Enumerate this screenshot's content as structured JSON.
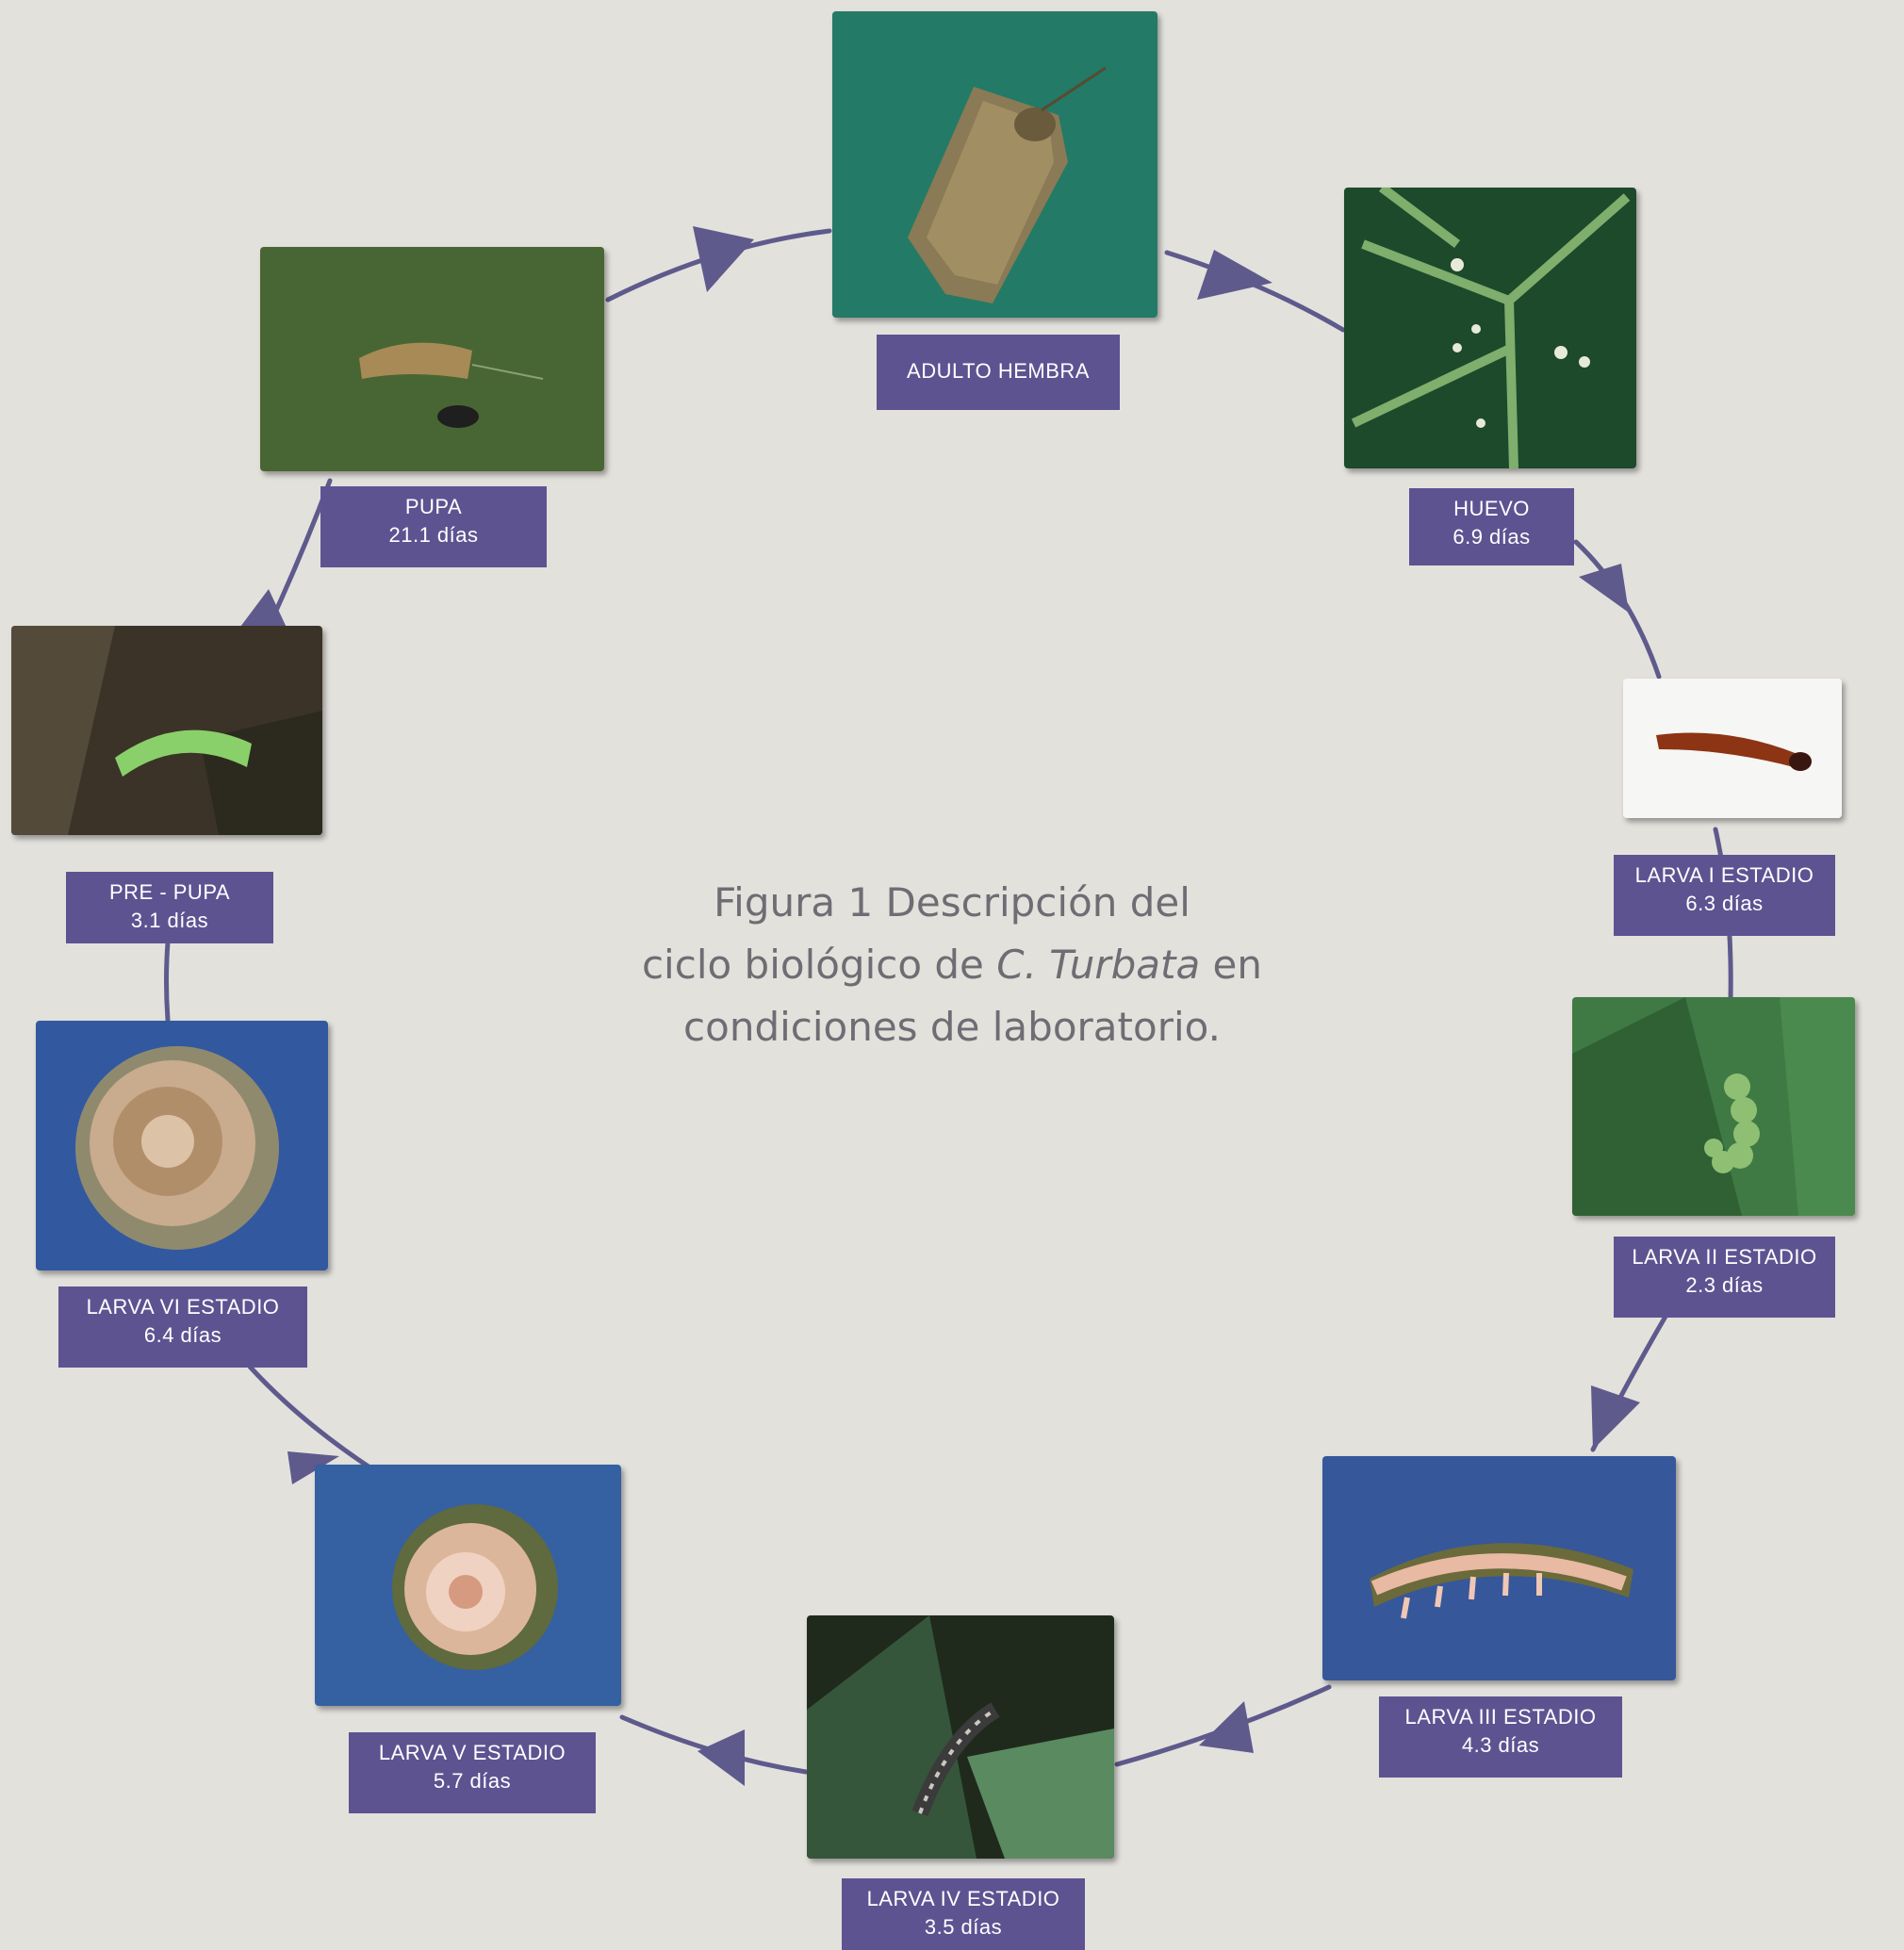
{
  "caption": {
    "line1": "Figura 1 Descripción del",
    "line2_a": "ciclo biológico de ",
    "line2_em": "C. Turbata",
    "line2_b": " en",
    "line3": "condiciones de laboratorio."
  },
  "stages": {
    "adulto": {
      "name": "ADULTO HEMBRA",
      "duration": ""
    },
    "huevo": {
      "name": "HUEVO",
      "duration": "6.9 días"
    },
    "larva1": {
      "name": "LARVA I ESTADIO",
      "duration": "6.3 días"
    },
    "larva2": {
      "name": "LARVA II ESTADIO",
      "duration": "2.3 días"
    },
    "larva3": {
      "name": "LARVA III ESTADIO",
      "duration": "4.3 días"
    },
    "larva4": {
      "name": "LARVA IV ESTADIO",
      "duration": "3.5 días"
    },
    "larva5": {
      "name": "LARVA V ESTADIO",
      "duration": "5.7 días"
    },
    "larva6": {
      "name": "LARVA VI ESTADIO",
      "duration": "6.4 días"
    },
    "prepupa": {
      "name": "PRE - PUPA",
      "duration": "3.1 días"
    },
    "pupa": {
      "name": "PUPA",
      "duration": "21.1 días"
    }
  },
  "colors": {
    "label_bg": "#5e5391",
    "arrow": "#5e5a8c",
    "background": "#e3e1dc",
    "caption_text": "#6e6d73"
  }
}
